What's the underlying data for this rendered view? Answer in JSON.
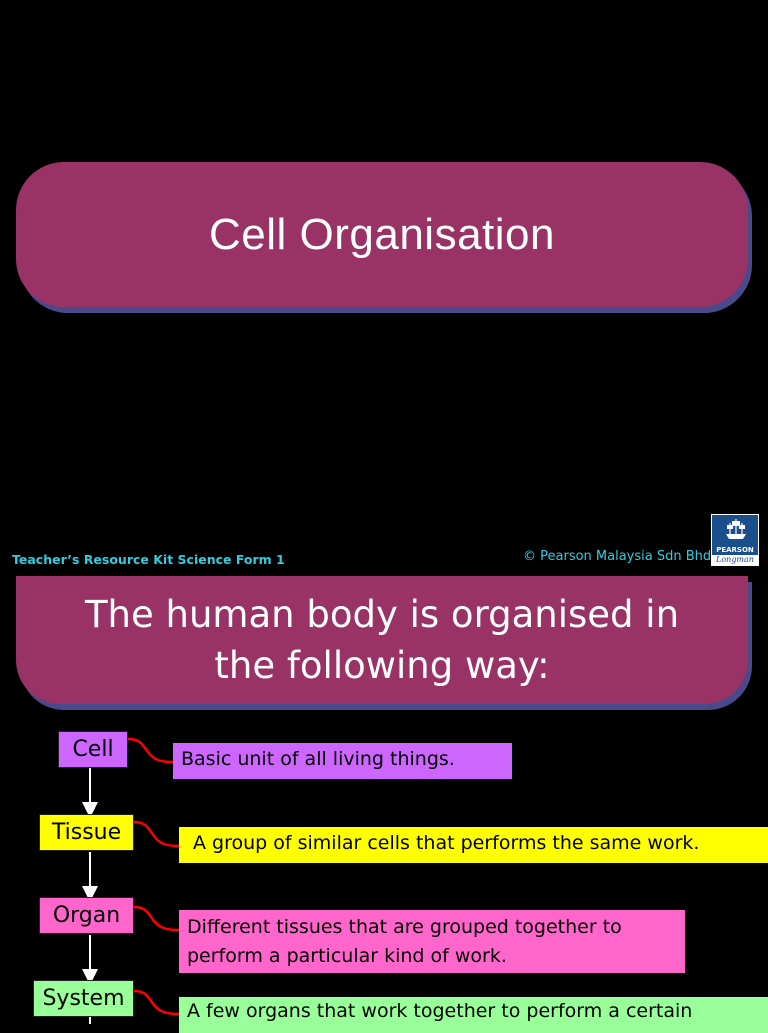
{
  "slide1": {
    "title": "Cell Organisation",
    "footer_left": "Teacher’s Resource Kit Science Form 1",
    "footer_right": "© Pearson Malaysia Sdn Bhd",
    "logo": {
      "brand": "PEARSON",
      "sub": "Longman",
      "icon": "ship-icon"
    }
  },
  "slide2": {
    "heading_line1": "The human body is organised in",
    "heading_line2": "the following way:",
    "levels": [
      {
        "label": "Cell",
        "color": "#cc66ff",
        "description": "Basic unit of all living things.",
        "desc_color": "#cc66ff"
      },
      {
        "label": "Tissue",
        "color": "#ffff00",
        "description": "A group of similar cells that performs the same work.",
        "desc_color": "#ffff00"
      },
      {
        "label": "Organ",
        "color": "#ff66cc",
        "description_line1": "Different tissues that are grouped together to",
        "description_line2": "perform a particular kind of work.",
        "desc_color": "#ff66cc"
      },
      {
        "label": "System",
        "color": "#99ff99",
        "description": "A few organs that work together to perform a certain",
        "desc_color": "#99ff99"
      }
    ],
    "connector_color": "#ff0000",
    "arrow_color": "#ffffff"
  },
  "colors": {
    "background": "#000000",
    "banner": "#993366",
    "banner_shadow": "#4a4a8a",
    "footer_text": "#33ccdd"
  }
}
